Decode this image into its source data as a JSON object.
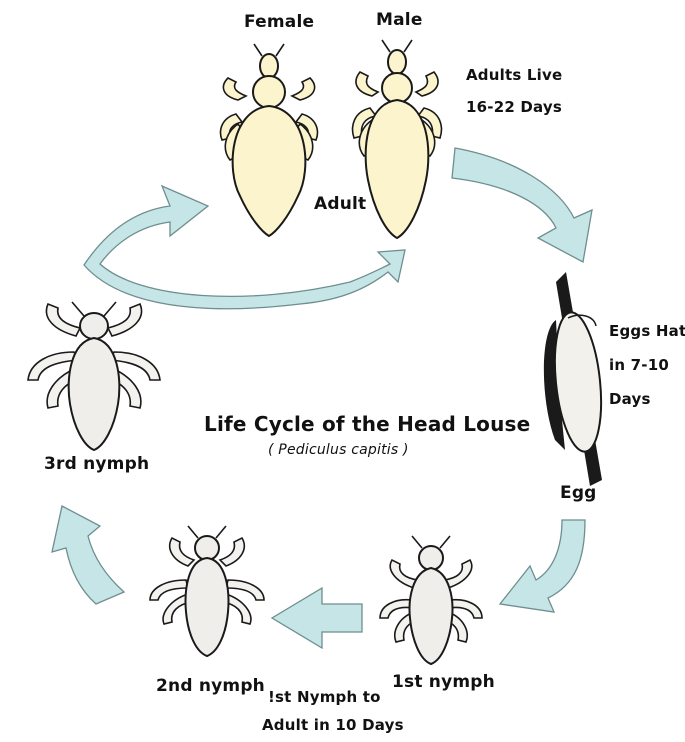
{
  "labels": {
    "female": "Female",
    "male": "Male",
    "adult": "Adult",
    "adults_live_1": "Adults  Live",
    "adults_live_2": "16-22  Days",
    "eggs_hatch_1": "Eggs Hatch",
    "eggs_hatch_2": "in  7-10",
    "eggs_hatch_3": "Days",
    "egg": "Egg",
    "first_nymph": "1st nymph",
    "second_nymph": "2nd nymph",
    "third_nymph": "3rd nymph",
    "nymph_to_adult_1": "!st Nymph to",
    "nymph_to_adult_2": "Adult in 10 Days",
    "title": "Life Cycle of the Head Louse",
    "subtitle": "( Pediculus capitis )"
  },
  "colors": {
    "arrow_fill": "#c6e5e6",
    "adult_fill": "#fbf4cc",
    "nymph_fill": "#efeeea",
    "egg_fill": "#f2f1ec",
    "hair_shaft": "#1a1a1a"
  }
}
